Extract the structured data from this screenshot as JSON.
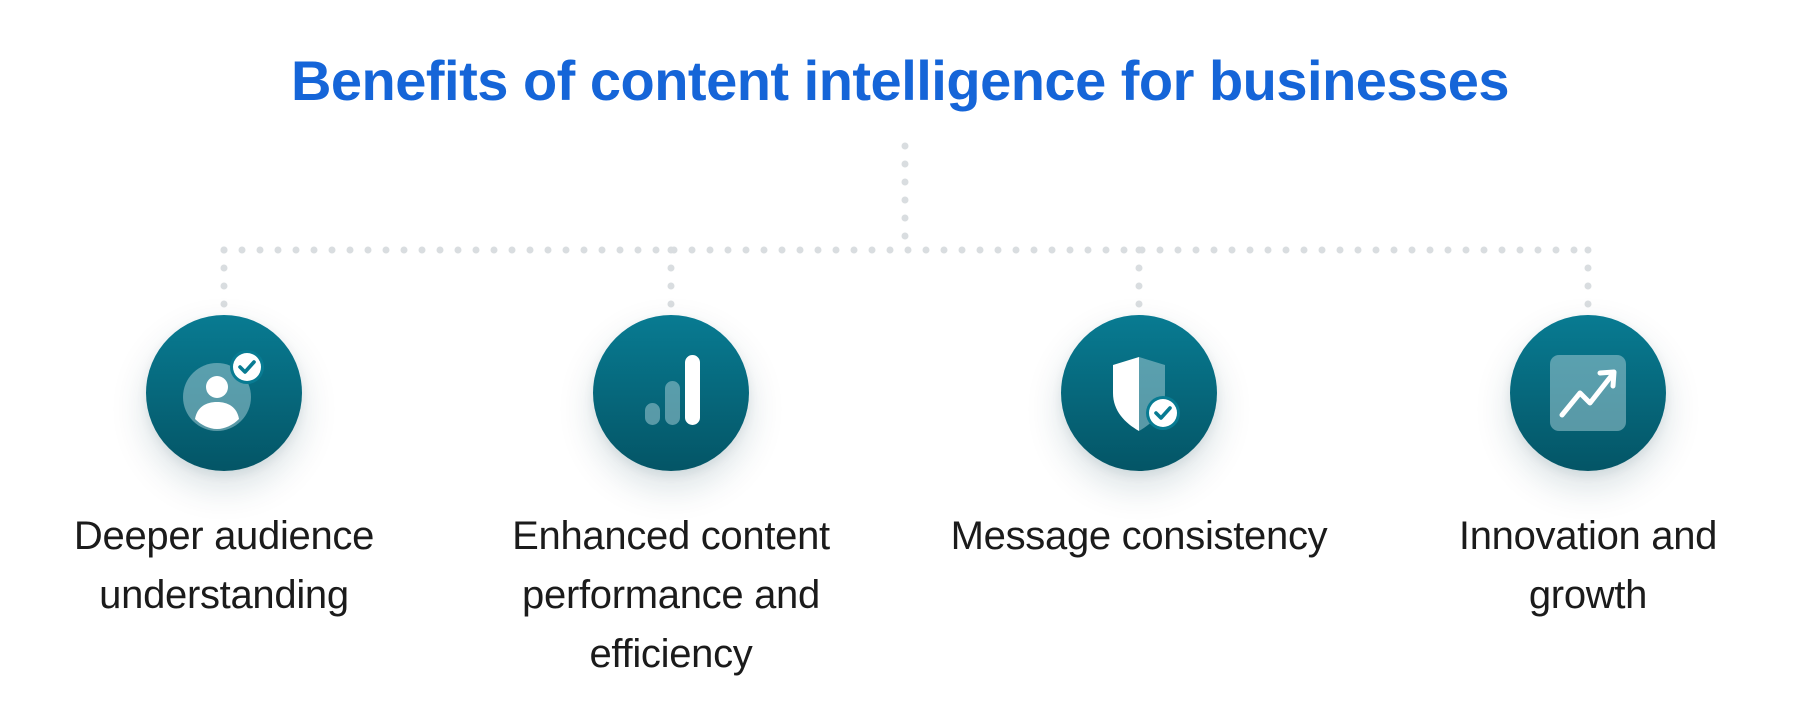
{
  "title": "Benefits of content intelligence for businesses",
  "colors": {
    "title": "#1565d8",
    "text": "#1b1b1b",
    "circle_top": "#087b92",
    "circle_bottom": "#045566",
    "connector": "#d9dde0",
    "icon": "#ffffff",
    "icon_soft": "#9fc9d2"
  },
  "nodes": [
    {
      "icon": "user-check-icon",
      "label": "Deeper audience understanding"
    },
    {
      "icon": "bar-chart-icon",
      "label": "Enhanced content performance and efficiency"
    },
    {
      "icon": "shield-check-icon",
      "label": "Message consistency"
    },
    {
      "icon": "trend-up-icon",
      "label": "Innovation and growth"
    }
  ]
}
